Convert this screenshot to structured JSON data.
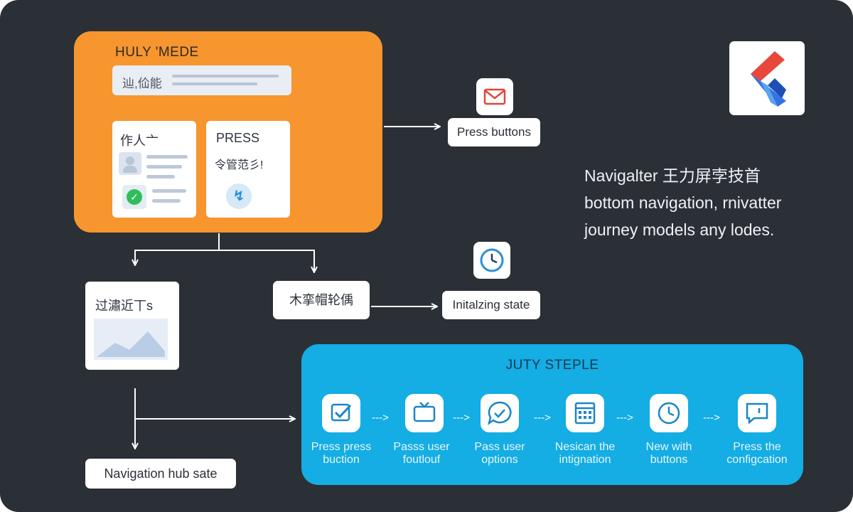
{
  "header_panel": {
    "title": "HULY 'MEDE",
    "search_text": "辿,佡能",
    "card_left_label": "作人亠",
    "card_right_label": "PRESS",
    "card_right_sub": "令管范彡!"
  },
  "nodes": {
    "press_buttons": "Press buttons",
    "initializing_state": "Initalzing state",
    "chart_card": "过潚近丅s",
    "middle_card": "木挛帽轮偊",
    "nav_hub": "Navigation hub sate"
  },
  "description": {
    "line1": "Navigalter 王力屏孛技首",
    "line2": "bottom navigation, rnivatter",
    "line3": "journey models any lodes."
  },
  "journey": {
    "title": "JUTY STEPLE",
    "steps": [
      {
        "label1": "Press press",
        "label2": "buction",
        "icon": "checkbox-icon"
      },
      {
        "label1": "Passs user",
        "label2": "foutlouf",
        "icon": "tv-icon"
      },
      {
        "label1": "Pass user",
        "label2": "options",
        "icon": "chat-check-icon"
      },
      {
        "label1": "Nesican the",
        "label2": "intignation",
        "icon": "calendar-icon"
      },
      {
        "label1": "New with",
        "label2": "buttons",
        "icon": "clock-icon"
      },
      {
        "label1": "Press the",
        "label2": "configcation",
        "icon": "message-icon"
      }
    ],
    "connector": "--->"
  },
  "colors": {
    "background": "#2b2f36",
    "orange_panel": "#f7952e",
    "blue_panel": "#14ade4",
    "logo_red": "#e8473c",
    "logo_blue": "#3474e0"
  }
}
